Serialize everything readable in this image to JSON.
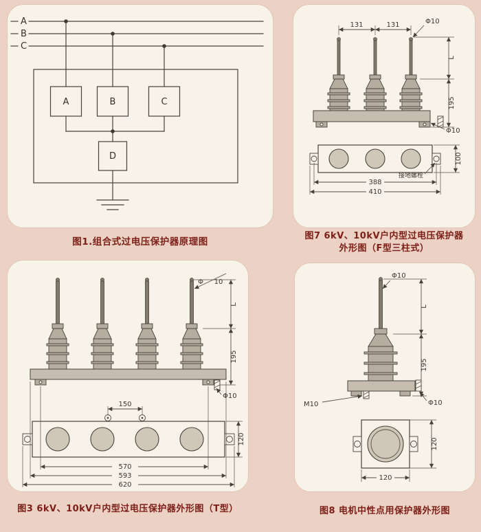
{
  "colors": {
    "page_bg": "#ecd2c4",
    "panel_bg": "#f8f3e9",
    "caption_text": "#7c2019",
    "line": "#46423b"
  },
  "page": {
    "captions": {
      "fig1": "图1.组合式过电压保护器原理图",
      "fig7_line1": "图7 6kV、10kV户内型过电压保护器",
      "fig7_line2": "外形图（F型三柱式）",
      "fig3": "图3 6kV、10kV户内型过电压保护器外形图（T型）",
      "fig8": "图8 电机中性点用保护器外形图"
    }
  },
  "fig1": {
    "phases": {
      "a": "A",
      "b": "B",
      "c": "C"
    },
    "units": {
      "a": "A",
      "b": "B",
      "c": "C",
      "d": "D"
    }
  },
  "fig7": {
    "dim_131_left": "131",
    "dim_131_right": "131",
    "dim_phi10_top": "Φ10",
    "dim_L": "L",
    "dim_195": "195",
    "dim_phi10_base": "Φ10",
    "dim_100": "100",
    "dim_388": "388",
    "dim_410": "410",
    "label_ground_bolt": "接地螺栓"
  },
  "fig3": {
    "dim_phi": "Φ",
    "dim_10": "10",
    "dim_L": "L",
    "dim_195": "195",
    "dim_phi10_base": "Φ10",
    "dim_150": "150",
    "dim_120": "120",
    "dim_570": "570",
    "dim_593": "593",
    "dim_620": "620"
  },
  "fig8": {
    "dim_phi10_top": "Φ10",
    "dim_L": "L",
    "dim_195": "195",
    "dim_M10": "M10",
    "dim_phi10_base": "Φ10",
    "dim_120_side": "120",
    "dim_120_bottom": "120"
  }
}
